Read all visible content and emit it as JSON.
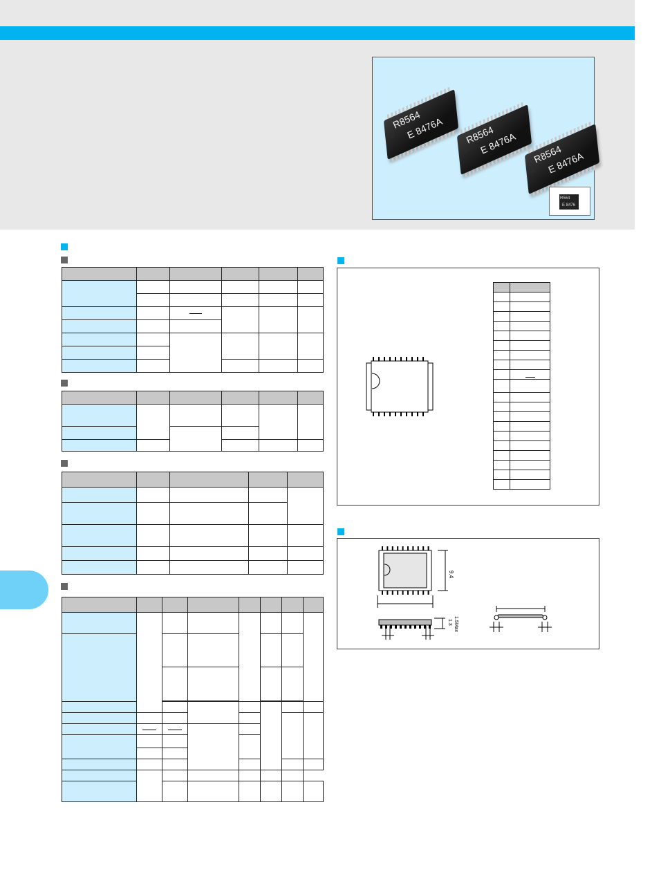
{
  "product_photo": {
    "chips": [
      {
        "line1": "R8564",
        "line2": "E 8476A"
      },
      {
        "line1": "R8564",
        "line2": "E 8476A"
      },
      {
        "line1": "R8564",
        "line2": "E 8476A"
      }
    ],
    "inset_marking": {
      "line1": "R564",
      "line2": "E 8476"
    }
  },
  "package_drawing": {
    "dim_height": "9.4",
    "dim_side_1": "1.3",
    "dim_side_2": "1.5Max"
  },
  "colors": {
    "accent": "#00b4f0",
    "header_bg": "#e8e8e8",
    "label_cell": "#cdeefd",
    "table_header": "#c8c8c8",
    "section_gray": "#666666"
  }
}
